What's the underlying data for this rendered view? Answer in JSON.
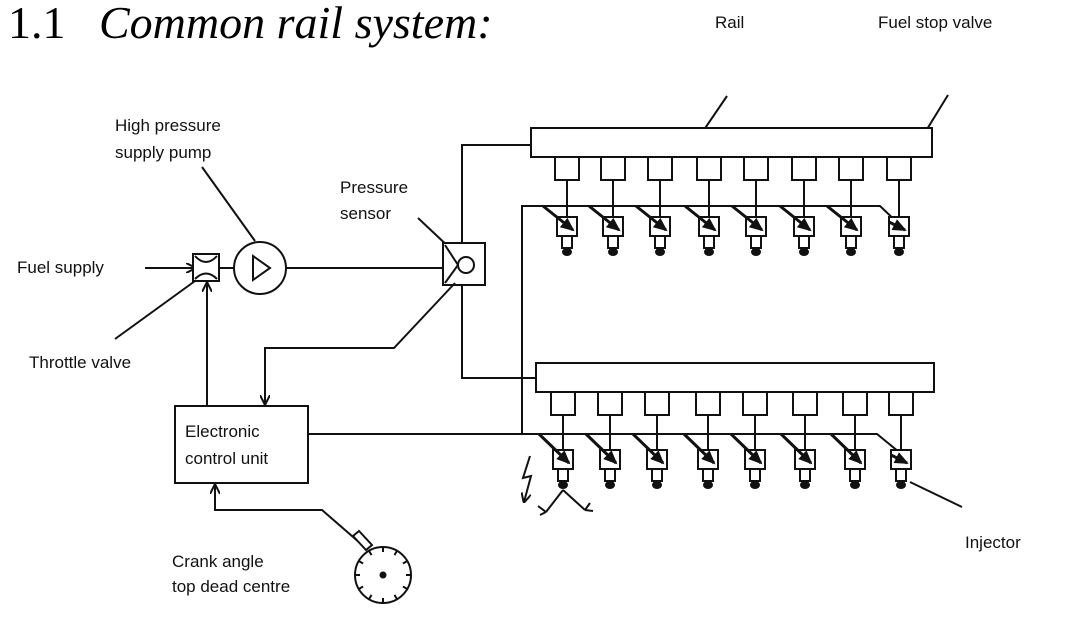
{
  "title": {
    "number": "1.1",
    "text": "Common rail system:"
  },
  "labels": {
    "rail": "Rail",
    "fuel_stop_valve": "Fuel stop valve",
    "pump_line1": "High pressure",
    "pump_line2": "supply pump",
    "sensor_line1": "Pressure",
    "sensor_line2": "sensor",
    "fuel_supply": "Fuel supply",
    "throttle_valve": "Throttle valve",
    "ecu_line1": "Electronic",
    "ecu_line2": "control unit",
    "crank_line1": "Crank angle",
    "crank_line2": "top dead centre",
    "injector": "Injector"
  },
  "colors": {
    "line": "#111111",
    "background": "#ffffff"
  }
}
